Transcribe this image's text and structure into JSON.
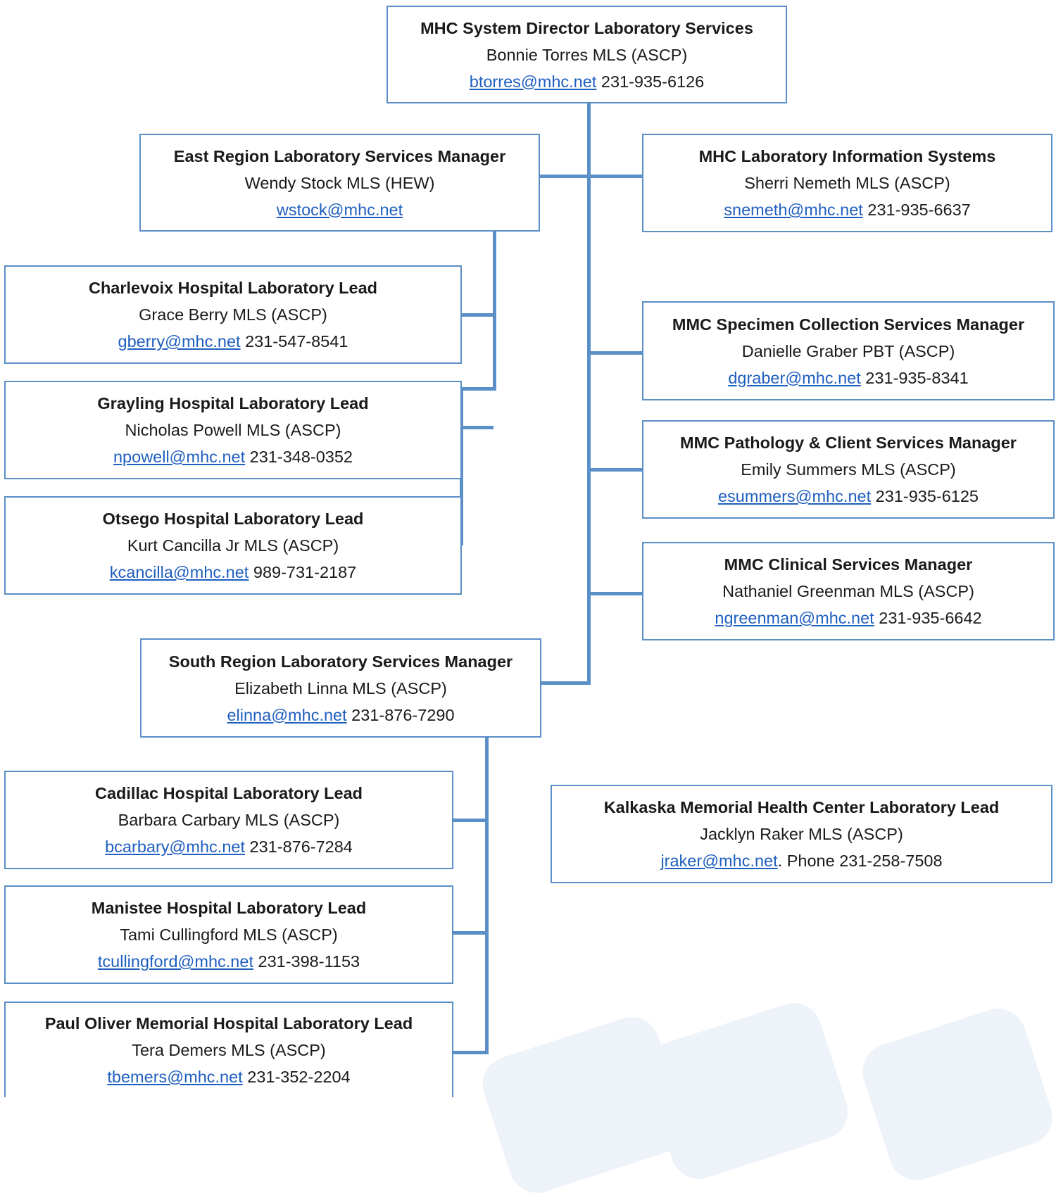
{
  "boxes": {
    "director": {
      "title": "MHC System Director Laboratory Services",
      "name": "Bonnie Torres MLS (ASCP)",
      "email": "btorres@mhc.net",
      "after": " 231-935-6126"
    },
    "east_manager": {
      "title": "East Region Laboratory Services Manager",
      "name": "Wendy Stock MLS (HEW)",
      "email": "wstock@mhc.net",
      "after": ""
    },
    "lis": {
      "title": "MHC Laboratory Information Systems",
      "name": "Sherri Nemeth MLS (ASCP)",
      "email": "snemeth@mhc.net",
      "after": " 231-935-6637"
    },
    "charlevoix": {
      "title": "Charlevoix Hospital Laboratory Lead",
      "name": "Grace Berry MLS (ASCP)",
      "email": "gberry@mhc.net",
      "after": " 231-547-8541"
    },
    "specimen": {
      "title": "MMC Specimen Collection Services Manager",
      "name": "Danielle Graber PBT (ASCP)",
      "email": "dgraber@mhc.net",
      "after": " 231-935-8341"
    },
    "grayling": {
      "title": "Grayling Hospital Laboratory Lead",
      "name": "Nicholas Powell MLS (ASCP)",
      "email": "npowell@mhc.net",
      "after": " 231-348-0352"
    },
    "pathology": {
      "title": "MMC Pathology & Client Services Manager",
      "name": "Emily Summers MLS (ASCP)",
      "email": "esummers@mhc.net",
      "after": " 231-935-6125"
    },
    "otsego": {
      "title": "Otsego Hospital Laboratory Lead",
      "name": "Kurt Cancilla Jr MLS (ASCP)",
      "email": "kcancilla@mhc.net",
      "after": " 989-731-2187"
    },
    "clinical": {
      "title": "MMC Clinical Services Manager",
      "name": "Nathaniel Greenman MLS (ASCP)",
      "email": "ngreenman@mhc.net",
      "after": " 231-935-6642"
    },
    "south_manager": {
      "title": "South Region Laboratory Services Manager",
      "name": "Elizabeth Linna MLS (ASCP)",
      "email": "elinna@mhc.net",
      "after": " 231-876-7290"
    },
    "cadillac": {
      "title": "Cadillac Hospital Laboratory Lead",
      "name": "Barbara Carbary MLS (ASCP)",
      "email": "bcarbary@mhc.net",
      "after": " 231-876-7284"
    },
    "kalkaska": {
      "title": "Kalkaska Memorial Health Center Laboratory Lead",
      "name": "Jacklyn Raker MLS (ASCP)",
      "email": "jraker@mhc.net",
      "after": ". Phone 231-258-7508"
    },
    "manistee": {
      "title": "Manistee Hospital Laboratory Lead",
      "name": "Tami Cullingford MLS (ASCP)",
      "email": "tcullingford@mhc.net",
      "after": " 231-398-1153"
    },
    "paul_oliver": {
      "title": "Paul Oliver Memorial Hospital Laboratory Lead",
      "name": "Tera Demers MLS (ASCP)",
      "email": "tbemers@mhc.net",
      "after": " 231-352-2204"
    }
  },
  "colors": {
    "box_border": "#5b8fc7",
    "connector": "#5b8fc7",
    "link": "#1f5fbf",
    "watermark": "#eef3fa"
  }
}
